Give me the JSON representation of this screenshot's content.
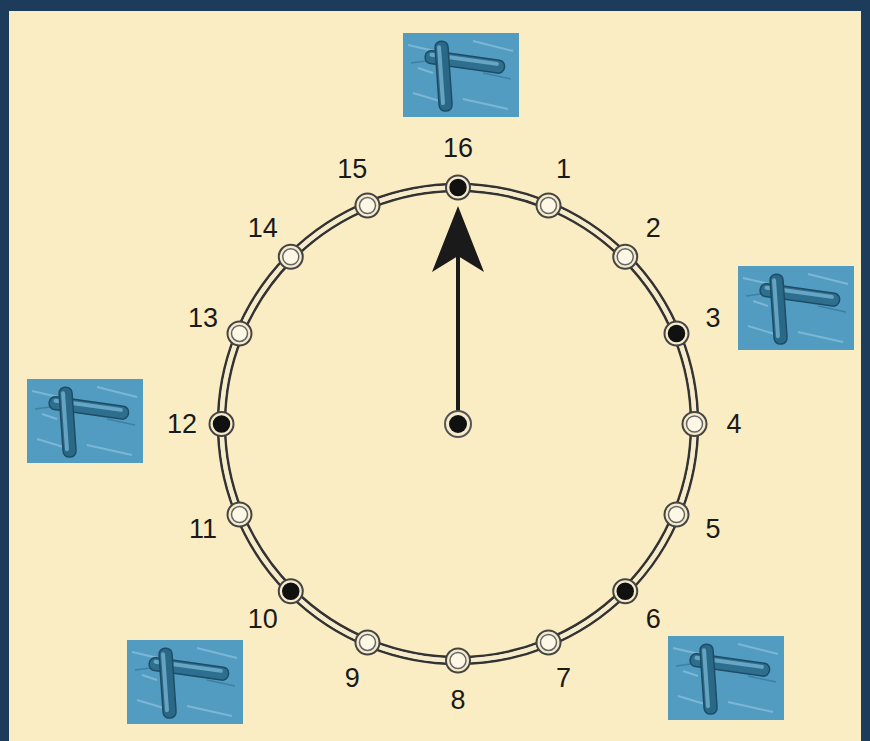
{
  "diagram": {
    "labels": [
      "16",
      "1",
      "2",
      "3",
      "4",
      "5",
      "6",
      "7",
      "8",
      "9",
      "10",
      "11",
      "12",
      "13",
      "14",
      "15"
    ]
  }
}
